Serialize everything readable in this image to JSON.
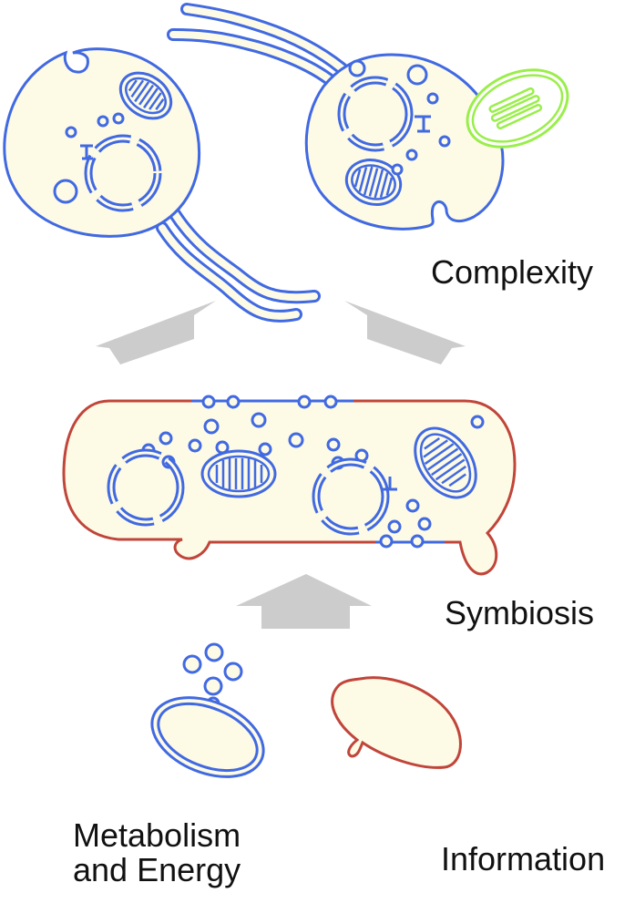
{
  "labels": {
    "complexity": "Complexity",
    "symbiosis": "Symbiosis",
    "metabolism_line1": "Metabolism",
    "metabolism_line2": "and Energy",
    "information": "Information"
  },
  "colors": {
    "cytoplasm_fill": "#fdfbe6",
    "membrane_blue": "#4169e1",
    "membrane_red": "#c0453a",
    "chloroplast_green": "#9aee4a",
    "arrow_gray": "#cccccc",
    "text": "#111111"
  }
}
